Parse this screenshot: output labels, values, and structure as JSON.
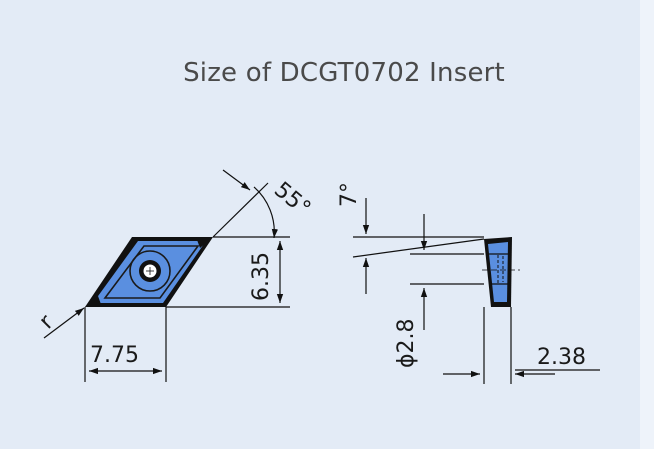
{
  "title": "Size of DCGT0702 Insert",
  "dimensions": {
    "angle": "55°",
    "height": "6.35",
    "width": "7.75",
    "radius": "r",
    "clearance_angle": "7°",
    "hole_diameter": "ϕ2.8",
    "thickness": "2.38"
  },
  "colors": {
    "insert_fill": "#5a8fe0",
    "insert_outline": "#111111",
    "line": "#111111",
    "background": "#e3ebf6"
  }
}
